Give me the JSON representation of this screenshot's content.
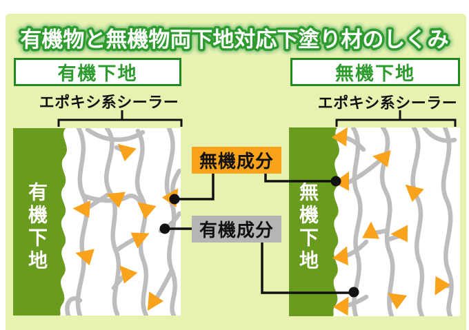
{
  "title": {
    "text": "有機物と無機物両下地対応下塗り材のしくみ"
  },
  "panels": {
    "left": {
      "heading": "有機下地",
      "sealer_label": "エポキシ系シーラー",
      "substrate_vertical_label": "有機下地"
    },
    "right": {
      "heading": "無機下地",
      "sealer_label": "エポキシ系シーラー",
      "substrate_vertical_label": "無機下地"
    }
  },
  "callouts": {
    "inorganic": {
      "label": "無機成分",
      "background": "#F9A21B"
    },
    "organic": {
      "label": "有機成分",
      "background": "#B5B5B5"
    }
  },
  "colors": {
    "page_background": "#FFFFFF",
    "board_background": "#E7F1B0",
    "title_fill": "#FFFFFF",
    "title_outline": "#2E9B2E",
    "heading_border": "#1F8A1F",
    "heading_text": "#2E9B2E",
    "substrate_green": "#689B1E",
    "sealer_network_gray": "#BDBDBD",
    "resin_particle_orange": "#F9A21B",
    "connector_black": "#111111"
  }
}
